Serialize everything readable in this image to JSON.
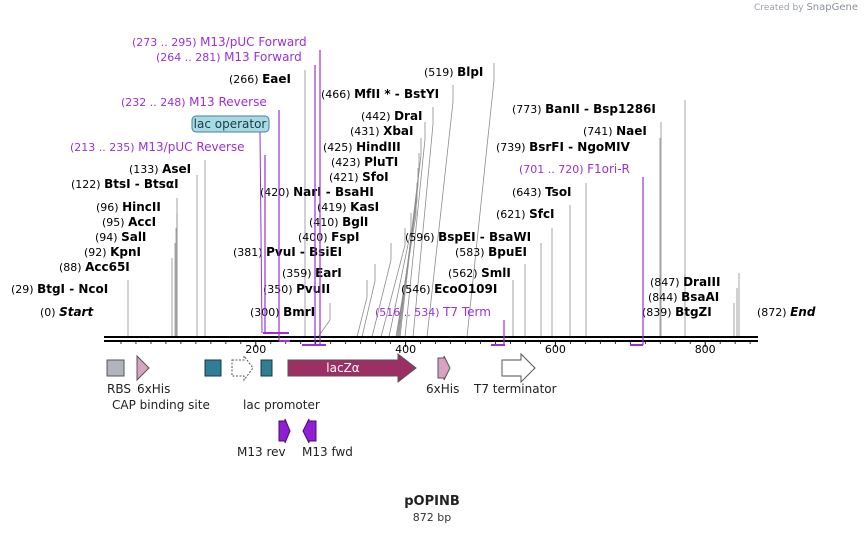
{
  "credit": {
    "prefix": "Created by",
    "brand": "SnapGene"
  },
  "plasmid": {
    "name": "pOPINB",
    "length_label": "872 bp"
  },
  "colors": {
    "primer": "#9b30d9",
    "feature_teal": "#2e7f95",
    "lacz": "#9c2f63",
    "grey": "#b0b4bb",
    "pink": "#d8a2c3",
    "operator_fill": "#a6dbe6"
  },
  "ticks": [
    {
      "pos": 200,
      "label": "200"
    },
    {
      "pos": 400,
      "label": "400"
    },
    {
      "pos": 600,
      "label": "600"
    },
    {
      "pos": 800,
      "label": "800"
    }
  ],
  "enzymes": [
    {
      "pos": "(0)",
      "name": "Start",
      "italic": true
    },
    {
      "pos": "(29)",
      "name": "BtgI - NcoI"
    },
    {
      "pos": "(88)",
      "name": "Acc65I"
    },
    {
      "pos": "(92)",
      "name": "KpnI"
    },
    {
      "pos": "(94)",
      "name": "SalI"
    },
    {
      "pos": "(95)",
      "name": "AccI"
    },
    {
      "pos": "(96)",
      "name": "HincII"
    },
    {
      "pos": "(122)",
      "name": "BtsI - BtsαI"
    },
    {
      "pos": "(133)",
      "name": "AseI"
    },
    {
      "pos": "(266)",
      "name": "EaeI"
    },
    {
      "pos": "(300)",
      "name": "BmrI"
    },
    {
      "pos": "(350)",
      "name": "PvuII"
    },
    {
      "pos": "(359)",
      "name": "EarI"
    },
    {
      "pos": "(381)",
      "name": "PvuI - BsiEI"
    },
    {
      "pos": "(400)",
      "name": "FspI"
    },
    {
      "pos": "(410)",
      "name": "BglI"
    },
    {
      "pos": "(419)",
      "name": "KasI"
    },
    {
      "pos": "(420)",
      "name": "NarI - BsaHI"
    },
    {
      "pos": "(421)",
      "name": "SfoI"
    },
    {
      "pos": "(423)",
      "name": "PluTI"
    },
    {
      "pos": "(425)",
      "name": "HindIII"
    },
    {
      "pos": "(431)",
      "name": "XbaI"
    },
    {
      "pos": "(442)",
      "name": "DraI"
    },
    {
      "pos": "(466)",
      "name": "MfII * - BstYI"
    },
    {
      "pos": "(519)",
      "name": "BlpI"
    },
    {
      "pos": "(546)",
      "name": "EcoO109I"
    },
    {
      "pos": "(562)",
      "name": "SmlI"
    },
    {
      "pos": "(583)",
      "name": "BpuEI"
    },
    {
      "pos": "(596)",
      "name": "BspEI - BsaWI"
    },
    {
      "pos": "(621)",
      "name": "SfcI"
    },
    {
      "pos": "(643)",
      "name": "TsoI"
    },
    {
      "pos": "(739)",
      "name": "BsrFI - NgoMIV"
    },
    {
      "pos": "(741)",
      "name": "NaeI"
    },
    {
      "pos": "(773)",
      "name": "BanII - Bsp1286I"
    },
    {
      "pos": "(839)",
      "name": "BtgZI"
    },
    {
      "pos": "(844)",
      "name": "BsaAI"
    },
    {
      "pos": "(847)",
      "name": "DraIII"
    },
    {
      "pos": "(872)",
      "name": "End",
      "italic": true
    }
  ],
  "primers": [
    {
      "range": "(273 .. 295)",
      "name": "M13/pUC Forward"
    },
    {
      "range": "(264 .. 281)",
      "name": "M13 Forward"
    },
    {
      "range": "(232 .. 248)",
      "name": "M13 Reverse"
    },
    {
      "range": "(213 .. 235)",
      "name": "M13/pUC Reverse"
    },
    {
      "range": "(516 .. 534)",
      "name": "T7 Term"
    },
    {
      "range": "(701 .. 720)",
      "name": "F1ori-R"
    }
  ],
  "operator_label": "lac operator",
  "features": [
    {
      "name": "RBS"
    },
    {
      "name": "6xHis"
    },
    {
      "name": "CAP binding site"
    },
    {
      "name": "lac promoter"
    },
    {
      "name": "lacZα"
    },
    {
      "name": "6xHis"
    },
    {
      "name": "T7 terminator"
    },
    {
      "name": "M13 rev"
    },
    {
      "name": "M13 fwd"
    }
  ]
}
